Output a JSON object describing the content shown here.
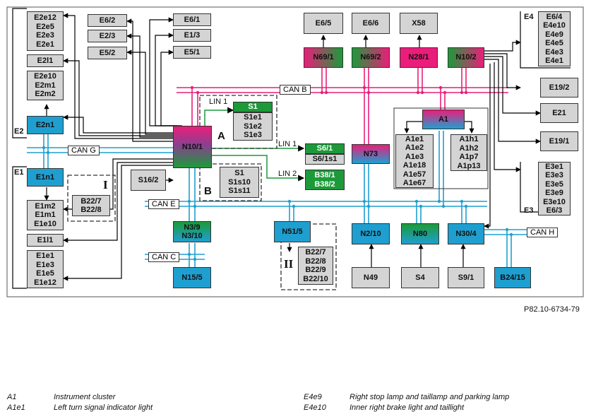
{
  "figure_ref": "P82.10-6734-79",
  "blocks": {
    "e2_top": "E2e12\nE2e5\nE2e3\nE2e1",
    "e2l1": "E2l1",
    "e2_mid": "E2e10\nE2m1\nE2m2",
    "e2n1": "E2n1",
    "e1n1": "E1n1",
    "e1_mid": "E1m2\nE1m1\nE1e10",
    "e1l1": "E1l1",
    "e1_bot": "E1e1\nE1e3\nE1e5\nE1e12",
    "b22_i": "B22/7\nB22/8",
    "e6_2": "E6/2",
    "e2_3": "E2/3",
    "e5_2": "E5/2",
    "e6_1": "E6/1",
    "e1_3": "E1/3",
    "e5_1": "E5/1",
    "s1_hdr": "S1",
    "s1_body": "S1e1\nS1e2\nS1e3",
    "n10_1": "N10/1",
    "s6_1": "S6/1",
    "s6_1s1": "S6/1s1",
    "b38_1": "B38/1\nB38/2",
    "s1b_body": "S1\nS1s10\nS1s11",
    "s16_2": "S16/2",
    "n3_9": "N3/9\nN3/10",
    "n15_5": "N15/5",
    "n51_5": "N51/5",
    "b22_ii": "B22/7\nB22/8\nB22/9\nB22/10",
    "e6_5": "E6/5",
    "e6_6": "E6/6",
    "x58": "X58",
    "n69_1": "N69/1",
    "n69_2": "N69/2",
    "n28_1": "N28/1",
    "n10_2": "N10/2",
    "e4_list": "E6/4\nE4e10\nE4e9\nE4e5\nE4e3\nE4e1",
    "e19_2": "E19/2",
    "e21": "E21",
    "e19_1": "E19/1",
    "e3_list": "E3e1\nE3e3\nE3e5\nE3e9\nE3e10\nE6/3",
    "a1": "A1",
    "a1_left": "A1e1\nA1e2\nA1e3\nA1e18\nA1e57\nA1e67",
    "a1_right": "A1h1\nA1h2\nA1p7\nA1p13",
    "n73": "N73",
    "n2_10": "N2/10",
    "n80": "N80",
    "n30_4": "N30/4",
    "n49": "N49",
    "s4": "S4",
    "s9_1": "S9/1",
    "b24_15": "B24/15"
  },
  "labels": {
    "e2": "E2",
    "e1": "E1",
    "e3": "E3",
    "e4": "E4",
    "a": "A",
    "b": "B",
    "roman1": "I",
    "roman2": "II",
    "lin1_top": "LIN 1",
    "lin1_mid": "LIN 1",
    "lin2": "LIN 2",
    "can_b": "CAN B",
    "can_g": "CAN G",
    "can_e": "CAN E",
    "can_c": "CAN C",
    "can_h": "CAN H"
  },
  "legend": [
    {
      "code": "A1",
      "text": "Instrument cluster"
    },
    {
      "code": "A1e1",
      "text": "Left turn signal indicator light"
    },
    {
      "code": "E4e9",
      "text": "Right stop lamp and taillamp and parking lamp"
    },
    {
      "code": "E4e10",
      "text": "Inner right brake light and taillight"
    }
  ]
}
